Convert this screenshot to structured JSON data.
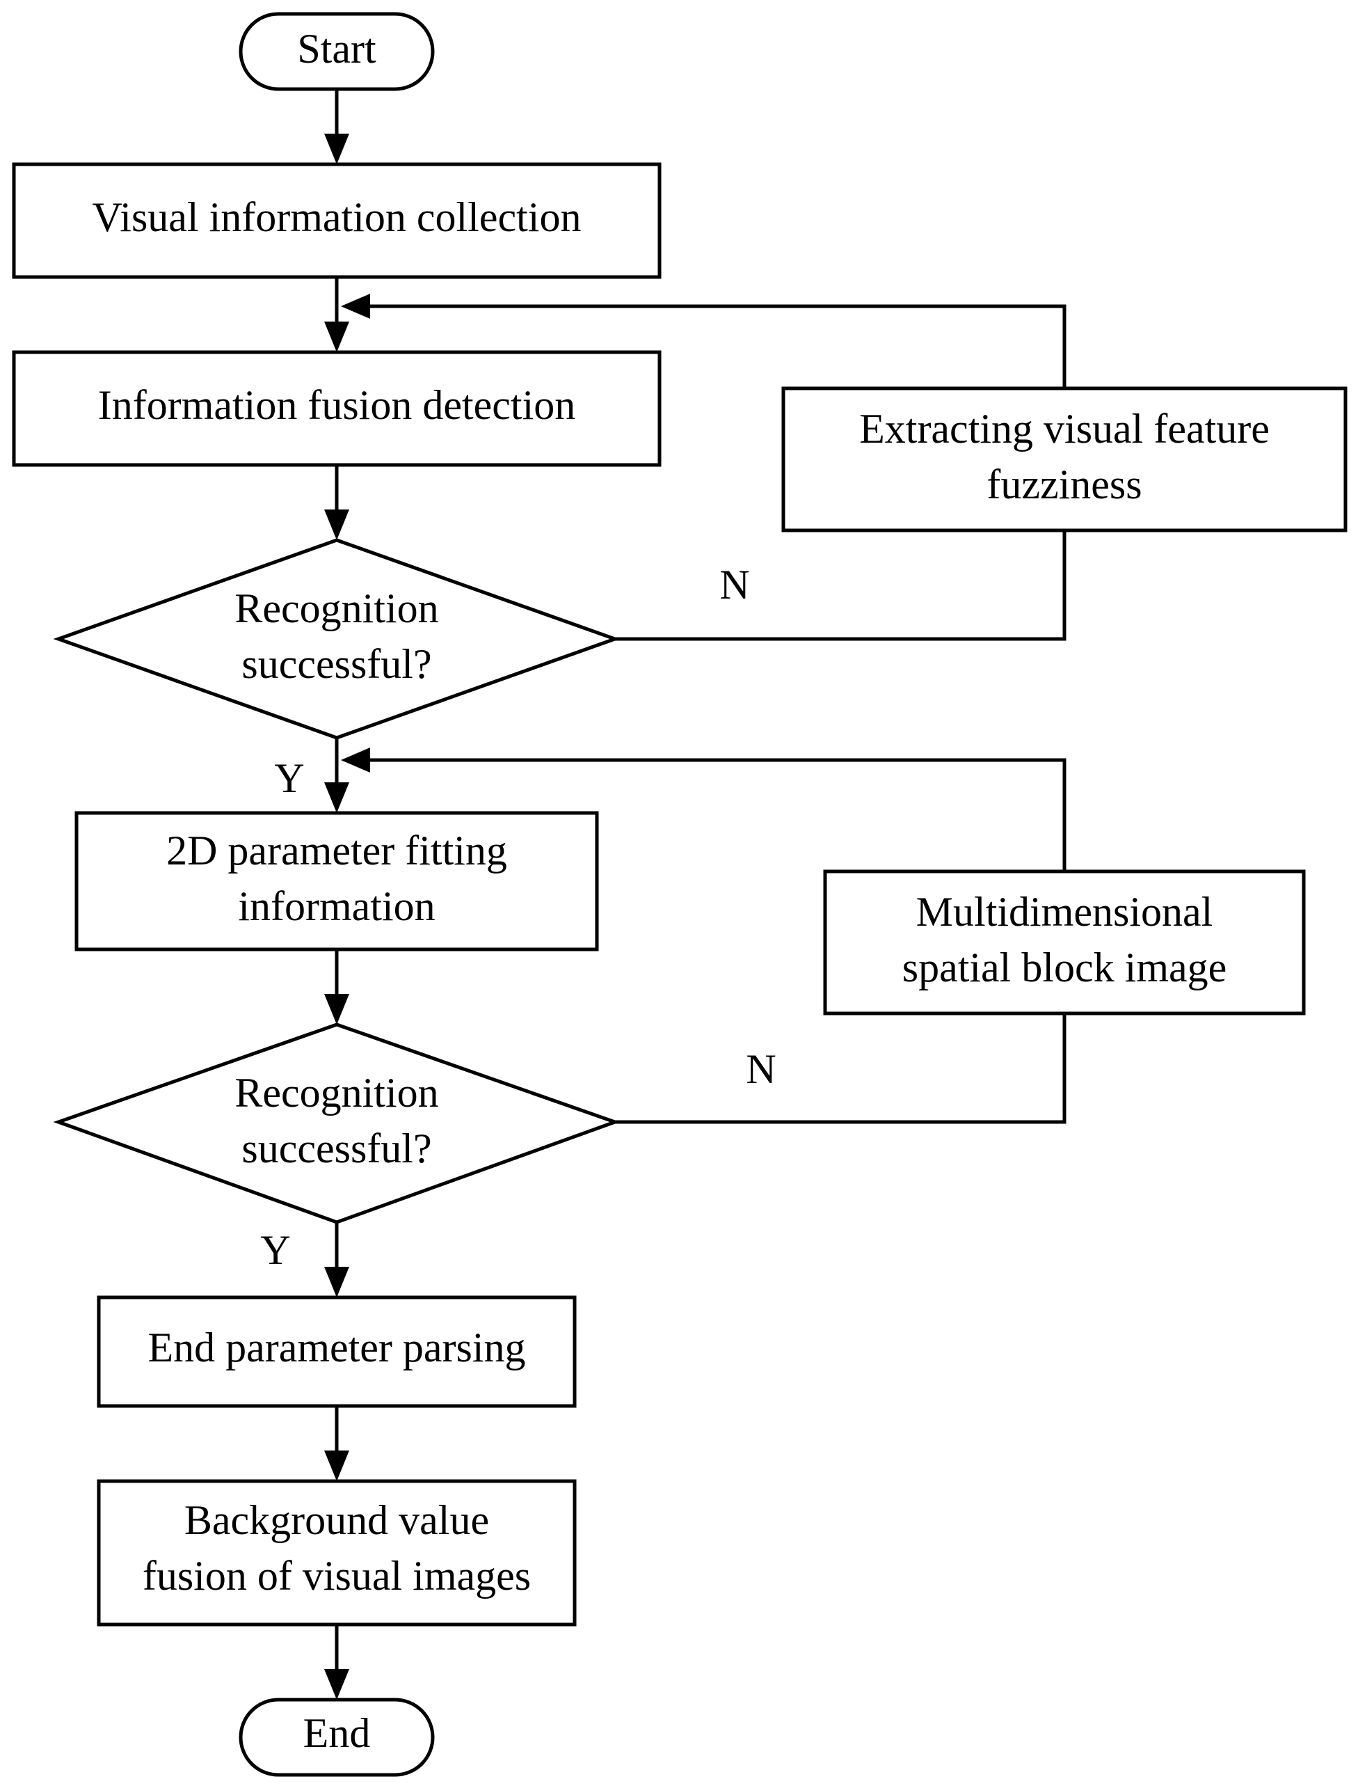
{
  "nodes": {
    "start": "Start",
    "visual_information_collection": "Visual information collection",
    "information_fusion_detection": "Information fusion detection",
    "extracting_fuzziness": [
      "Extracting visual feature",
      "fuzziness"
    ],
    "decision_1": [
      "Recognition",
      "successful?"
    ],
    "parameter_fitting": [
      "2D parameter fitting",
      "information"
    ],
    "multidimensional_block": [
      "Multidimensional",
      "spatial block image"
    ],
    "decision_2": [
      "Recognition",
      "successful?"
    ],
    "end_parameter_parsing": "End parameter parsing",
    "background_fusion": [
      "Background value",
      "fusion of visual images"
    ],
    "end": "End"
  },
  "edge_labels": {
    "decision_1_no": "N",
    "decision_1_yes": "Y",
    "decision_2_no": "N",
    "decision_2_yes": "Y"
  }
}
